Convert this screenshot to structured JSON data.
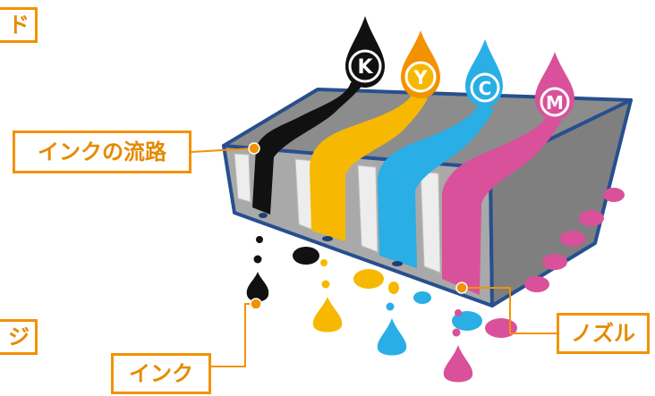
{
  "labels": {
    "top_left_partial": "ド",
    "ink_channel": "インクの流路",
    "bottom_left_partial": "ジ",
    "ink": "インク",
    "nozzle": "ノズル"
  },
  "cartridges": [
    {
      "letter": "K",
      "color": "#111111"
    },
    {
      "letter": "Y",
      "color": "#f6b800"
    },
    {
      "letter": "C",
      "color": "#29aee6"
    },
    {
      "letter": "M",
      "color": "#d9519a"
    }
  ],
  "colors": {
    "accent_orange": "#f29200",
    "label_text": "#e58a00",
    "head_blue": "#274f8f",
    "head_gray": "#9a9a9a",
    "head_light": "#e9e9e9"
  }
}
